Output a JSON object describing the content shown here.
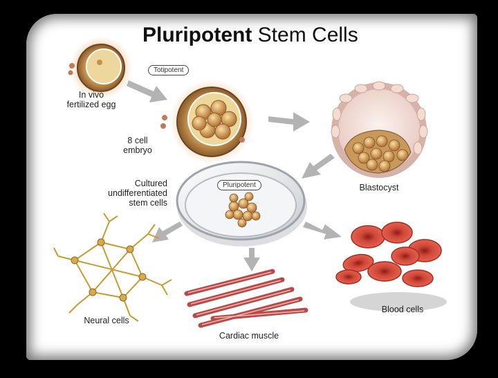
{
  "title": {
    "bold": "Pluripotent",
    "rest": "Stem Cells"
  },
  "badges": {
    "totipotent": "Totipotent",
    "pluripotent": "Pluripotent"
  },
  "labels": {
    "egg": [
      "In vivo",
      "fertilized egg"
    ],
    "embryo": [
      "8 cell",
      "embryo"
    ],
    "blastocyst": "Blastocyst",
    "cultured": [
      "Cultured",
      "undifferentiated",
      "stem cells"
    ],
    "neural": "Neural cells",
    "cardiac": "Cardiac muscle",
    "blood": "Blood cells"
  },
  "colors": {
    "frame_bg": "#ffffff",
    "outer_bg": "#000000",
    "arrow": "#b3b3b3",
    "blood": "#c63a2a",
    "muscle": "#b94a48",
    "neural": "#c99a2e"
  }
}
